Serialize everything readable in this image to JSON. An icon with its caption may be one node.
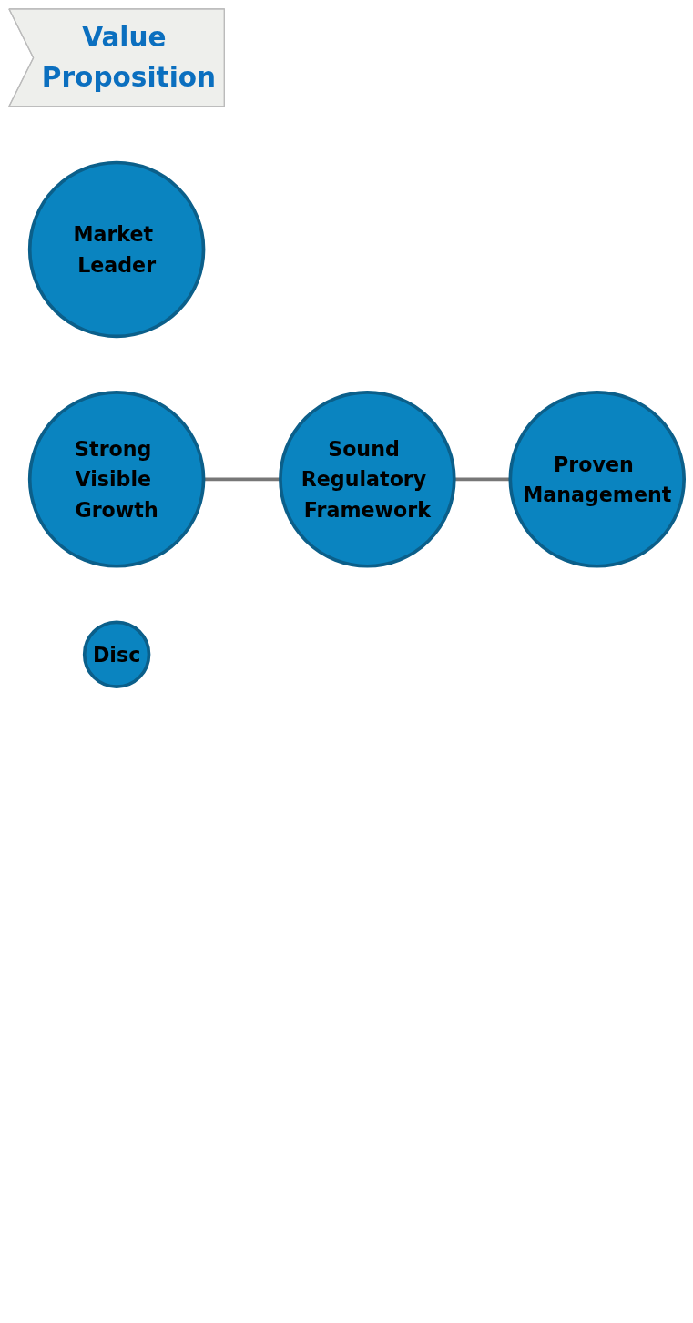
{
  "diagram": {
    "nodes": [
      {
        "text": [
          "Value Proposition"
        ]
      },
      {
        "text": [
          "Market Leader"
        ]
      },
      {
        "text": [
          "Strong Visible Growth"
        ]
      },
      {
        "text": [
          "Sound Regulatory Framework"
        ]
      },
      {
        "text": [
          "Proven Management"
        ]
      },
      {
        "text": [
          "Disc"
        ]
      }
    ],
    "edges": [
      {
        "from": 2,
        "to": 3,
        "arrow": "none"
      },
      {
        "from": 3,
        "to": 4,
        "arrow": "none"
      }
    ]
  }
}
